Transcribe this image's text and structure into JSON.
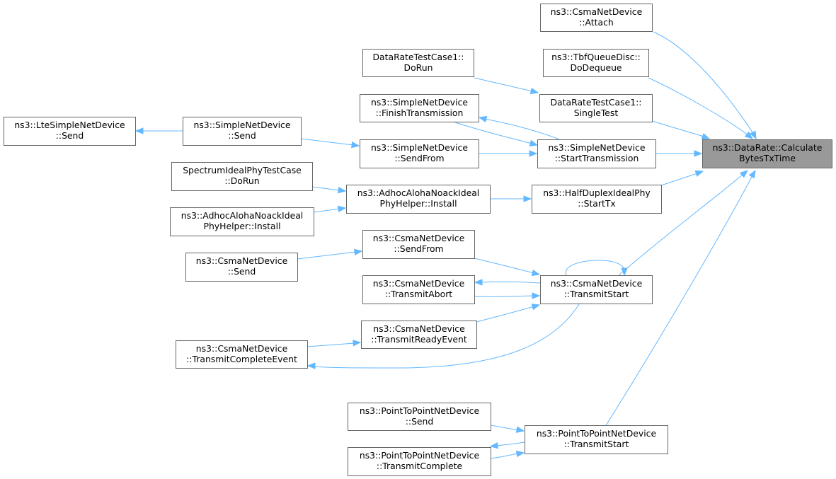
{
  "graph": {
    "root": "DataRate::CalculateBytesTxTime",
    "nodes": [
      {
        "id": "attach",
        "lines": [
          "ns3::CsmaNetDevice",
          "::Attach"
        ]
      },
      {
        "id": "tbf",
        "lines": [
          "ns3::TbfQueueDisc::",
          "DoDequeue"
        ]
      },
      {
        "id": "drdorun",
        "lines": [
          "DataRateTestCase1::",
          "DoRun"
        ]
      },
      {
        "id": "drsingle",
        "lines": [
          "DataRateTestCase1::",
          "SingleTest"
        ]
      },
      {
        "id": "root",
        "lines": [
          "ns3::DataRate::Calculate",
          "BytesTxTime"
        ],
        "root": true
      },
      {
        "id": "ltesend",
        "lines": [
          "ns3::LteSimpleNetDevice",
          "::Send"
        ]
      },
      {
        "id": "simplesend",
        "lines": [
          "ns3::SimpleNetDevice",
          "::Send"
        ]
      },
      {
        "id": "finishtx",
        "lines": [
          "ns3::SimpleNetDevice",
          "::FinishTransmission"
        ]
      },
      {
        "id": "sendfrom",
        "lines": [
          "ns3::SimpleNetDevice",
          "::SendFrom"
        ]
      },
      {
        "id": "starttx",
        "lines": [
          "ns3::SimpleNetDevice",
          "::StartTransmission"
        ]
      },
      {
        "id": "specdorun",
        "lines": [
          "SpectrumIdealPhyTestCase",
          "::DoRun"
        ]
      },
      {
        "id": "adhoc1",
        "lines": [
          "ns3::AdhocAlohaNoackIdeal",
          "PhyHelper::Install"
        ]
      },
      {
        "id": "adhoc2",
        "lines": [
          "ns3::AdhocAlohaNoackIdeal",
          "PhyHelper::Install"
        ]
      },
      {
        "id": "halfduplex",
        "lines": [
          "ns3::HalfDuplexIdealPhy",
          "::StartTx"
        ]
      },
      {
        "id": "csmasendfrom",
        "lines": [
          "ns3::CsmaNetDevice",
          "::SendFrom"
        ]
      },
      {
        "id": "csmasend",
        "lines": [
          "ns3::CsmaNetDevice",
          "::Send"
        ]
      },
      {
        "id": "txabort",
        "lines": [
          "ns3::CsmaNetDevice",
          "::TransmitAbort"
        ]
      },
      {
        "id": "csmatxstart",
        "lines": [
          "ns3::CsmaNetDevice",
          "::TransmitStart"
        ]
      },
      {
        "id": "txready",
        "lines": [
          "ns3::CsmaNetDevice",
          "::TransmitReadyEvent"
        ]
      },
      {
        "id": "txcomplete",
        "lines": [
          "ns3::CsmaNetDevice",
          "::TransmitCompleteEvent"
        ]
      },
      {
        "id": "p2psend",
        "lines": [
          "ns3::PointToPointNetDevice",
          "::Send"
        ]
      },
      {
        "id": "p2ptxstart",
        "lines": [
          "ns3::PointToPointNetDevice",
          "::TransmitStart"
        ]
      },
      {
        "id": "p2ptxcomplete",
        "lines": [
          "ns3::PointToPointNetDevice",
          "::TransmitComplete"
        ]
      }
    ],
    "edges": [
      [
        "attach",
        "root"
      ],
      [
        "tbf",
        "root"
      ],
      [
        "drsingle",
        "root"
      ],
      [
        "starttx",
        "root"
      ],
      [
        "halfduplex",
        "root"
      ],
      [
        "csmatxstart",
        "root"
      ],
      [
        "p2ptxstart",
        "root"
      ],
      [
        "drdorun",
        "drsingle"
      ],
      [
        "simplesend",
        "ltesend"
      ],
      [
        "starttx",
        "finishtx"
      ],
      [
        "finishtx",
        "starttx"
      ],
      [
        "sendfrom",
        "starttx"
      ],
      [
        "simplesend",
        "sendfrom"
      ],
      [
        "adhoc1",
        "halfduplex"
      ],
      [
        "specdorun",
        "adhoc1"
      ],
      [
        "adhoc2",
        "adhoc1"
      ],
      [
        "csmasendfrom",
        "csmatxstart"
      ],
      [
        "csmasend",
        "csmasendfrom"
      ],
      [
        "csmatxstart",
        "txabort"
      ],
      [
        "txabort",
        "csmatxstart"
      ],
      [
        "txready",
        "csmatxstart"
      ],
      [
        "txcomplete",
        "txready"
      ],
      [
        "csmatxstart",
        "txcomplete"
      ],
      [
        "csmatxstart",
        "csmatxstart"
      ],
      [
        "p2psend",
        "p2ptxstart"
      ],
      [
        "p2ptxstart",
        "p2ptxcomplete"
      ],
      [
        "p2ptxcomplete",
        "p2ptxstart"
      ]
    ]
  }
}
